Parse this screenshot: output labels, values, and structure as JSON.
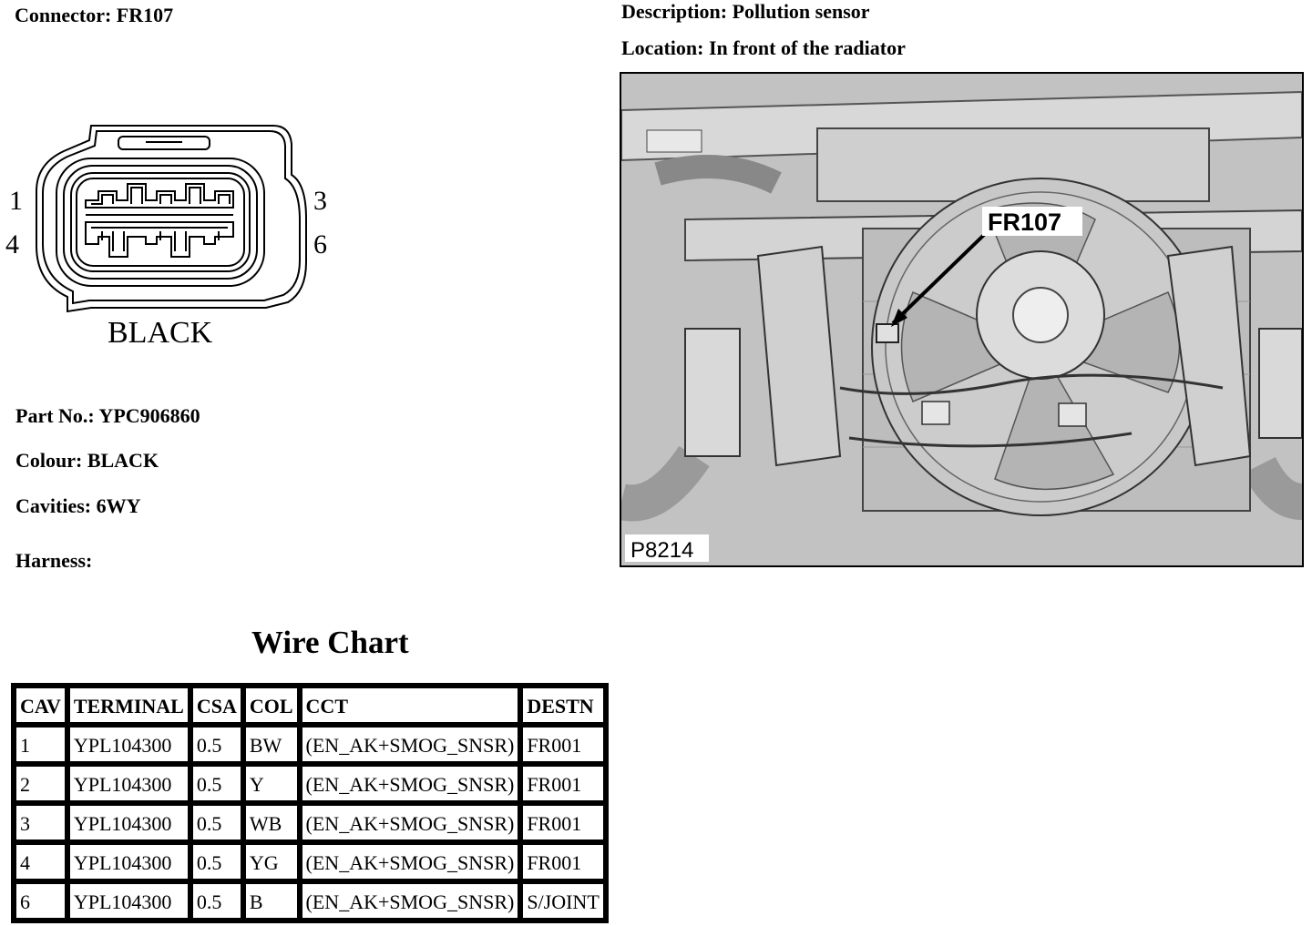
{
  "header": {
    "connector_label": "Connector: FR107",
    "description_label": "Description: Pollution sensor",
    "location_label": "Location: In front of the radiator"
  },
  "connector": {
    "pin_labels": [
      "1",
      "3",
      "4",
      "6"
    ],
    "colour_label": "BLACK"
  },
  "details": {
    "part_no": "Part No.: YPC906860",
    "colour": "Colour: BLACK",
    "cavities": "Cavities: 6WY",
    "harness": "Harness:"
  },
  "photo": {
    "callout_label": "FR107",
    "figure_id": "P8214"
  },
  "wire_chart": {
    "title": "Wire Chart",
    "columns": [
      "CAV",
      "TERMINAL",
      "CSA",
      "COL",
      "CCT",
      "DESTN"
    ],
    "rows": [
      [
        "1",
        "YPL104300",
        "0.5",
        "BW",
        "(EN_AK+SMOG_SNSR)",
        "FR001"
      ],
      [
        "2",
        "YPL104300",
        "0.5",
        "Y",
        "(EN_AK+SMOG_SNSR)",
        "FR001"
      ],
      [
        "3",
        "YPL104300",
        "0.5",
        "WB",
        "(EN_AK+SMOG_SNSR)",
        "FR001"
      ],
      [
        "4",
        "YPL104300",
        "0.5",
        "YG",
        "(EN_AK+SMOG_SNSR)",
        "FR001"
      ],
      [
        "6",
        "YPL104300",
        "0.5",
        "B",
        "(EN_AK+SMOG_SNSR)",
        "S/JOINT"
      ]
    ]
  }
}
